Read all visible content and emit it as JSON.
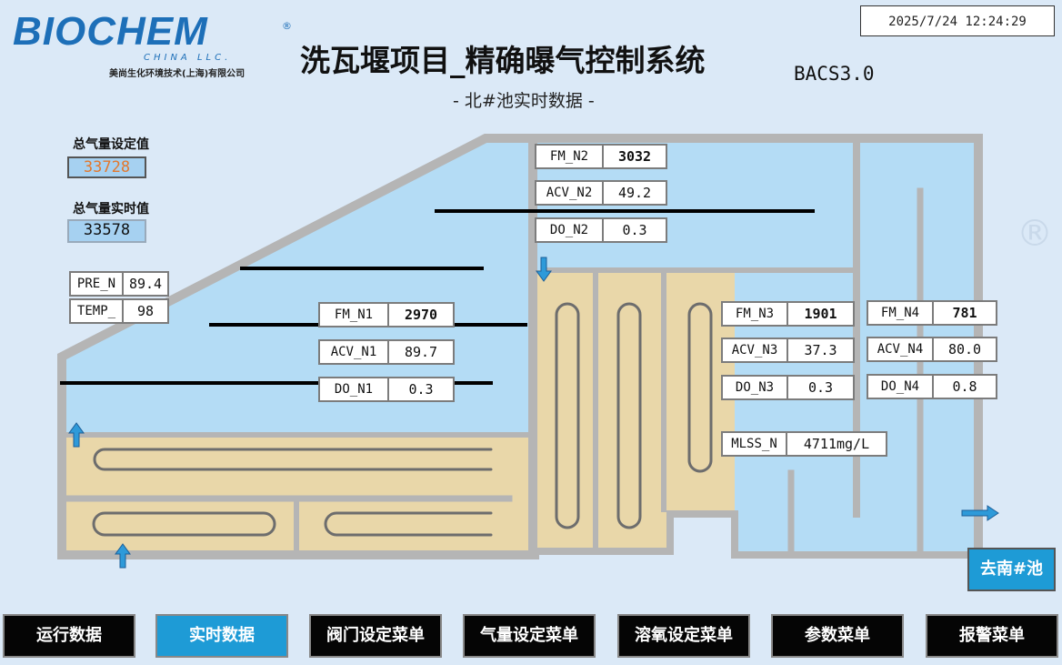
{
  "header": {
    "logo_text": "BIOCHEM",
    "logo_sub": "CHINA LLC.",
    "logo_company": "美尚生化环境技术(上海)有限公司",
    "title": "洗瓦堰项目_精确曝气控制系统",
    "version": "BACS3.0",
    "subtitle": "- 北#池实时数据 -",
    "datetime": "2025/7/24 12:24:29"
  },
  "totals": {
    "setpoint_label": "总气量设定值",
    "setpoint_value": "33728",
    "actual_label": "总气量实时值",
    "actual_value": "33578"
  },
  "sensors": {
    "pre_label": "PRE_N",
    "pre_value": "89.4",
    "temp_label": "TEMP_",
    "temp_value": "98"
  },
  "zones": {
    "n1": {
      "fm_label": "FM_N1",
      "fm": "2970",
      "acv_label": "ACV_N1",
      "acv": "89.7",
      "do_label": "DO_N1",
      "do": "0.3"
    },
    "n2": {
      "fm_label": "FM_N2",
      "fm": "3032",
      "acv_label": "ACV_N2",
      "acv": "49.2",
      "do_label": "DO_N2",
      "do": "0.3"
    },
    "n3": {
      "fm_label": "FM_N3",
      "fm": "1901",
      "acv_label": "ACV_N3",
      "acv": "37.3",
      "do_label": "DO_N3",
      "do": "0.3"
    },
    "n4": {
      "fm_label": "FM_N4",
      "fm": "781",
      "acv_label": "ACV_N4",
      "acv": "80.0",
      "do_label": "DO_N4",
      "do": "0.8"
    }
  },
  "mlss": {
    "label": "MLSS_N",
    "value": "4711mg/L"
  },
  "go_south": "去南#池",
  "menu": [
    "运行数据",
    "实时数据",
    "阀门设定菜单",
    "气量设定菜单",
    "溶氧设定菜单",
    "参数菜单",
    "报警菜单"
  ],
  "colors": {
    "water": "#b4dcf5",
    "sludge": "#e9d7a9",
    "wall": "#b5b5b5",
    "accent": "#1e9bd6",
    "setpoint_text": "#e2782e"
  }
}
